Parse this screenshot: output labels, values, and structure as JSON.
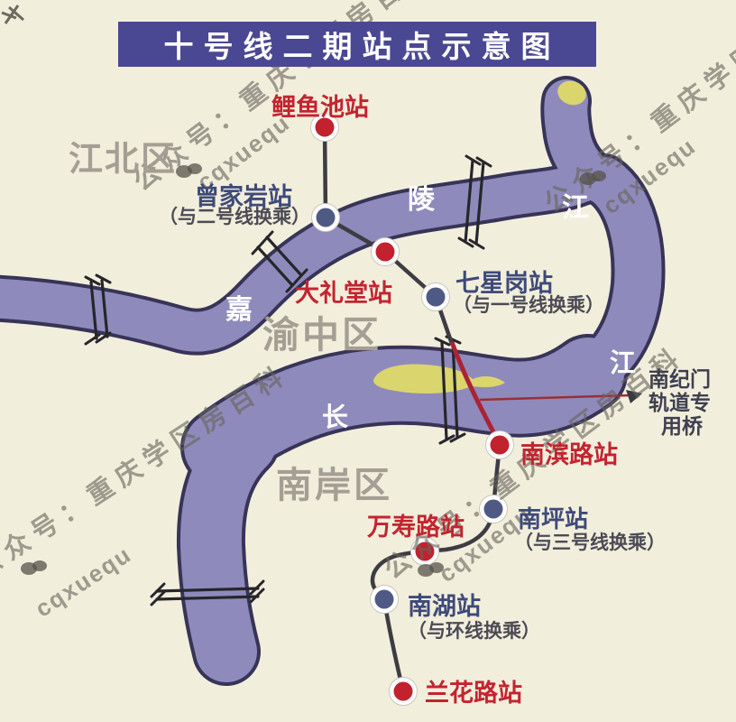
{
  "title": "十号线二期站点示意图",
  "stations": [
    {
      "name": "鲤鱼池站",
      "note": "",
      "type": "line10-red"
    },
    {
      "name": "曾家岩站",
      "note": "（与二号线换乘）",
      "type": "interchange"
    },
    {
      "name": "大礼堂站",
      "note": "",
      "type": "line10-red"
    },
    {
      "name": "七星岗站",
      "note": "（与一号线换乘）",
      "type": "interchange"
    },
    {
      "name": "南滨路站",
      "note": "",
      "type": "line10-red"
    },
    {
      "name": "南坪站",
      "note": "（与三号线换乘）",
      "type": "interchange"
    },
    {
      "name": "万寿路站",
      "note": "",
      "type": "line10-red"
    },
    {
      "name": "南湖站",
      "note": "（与环线换乘）",
      "type": "interchange"
    },
    {
      "name": "兰花路站",
      "note": "",
      "type": "line10-red"
    }
  ],
  "districts": [
    {
      "name": "江北区"
    },
    {
      "name": "渝中区"
    },
    {
      "name": "南岸区"
    }
  ],
  "rivers": {
    "jialing": [
      "嘉",
      "陵",
      "江"
    ],
    "changjiang": [
      "长",
      "江"
    ]
  },
  "bridge_note": {
    "lines": [
      "南纪门",
      "轨道专",
      "用桥"
    ]
  },
  "watermark": {
    "label": "公众号：重庆学区房百科",
    "handle": "cqxuequ"
  },
  "colors": {
    "background": "#f2eedc",
    "river_fill": "#8f8abc",
    "river_outline": "#373457",
    "banner": "#4a4892",
    "metro_line": "#3c3c42",
    "metro_bridge_segment": "#ab2336",
    "station_red": "#c3242f",
    "station_interchange": "#4f5a84",
    "district_label": "#a49e94",
    "sandbar_yellow": "#dbd56e"
  }
}
